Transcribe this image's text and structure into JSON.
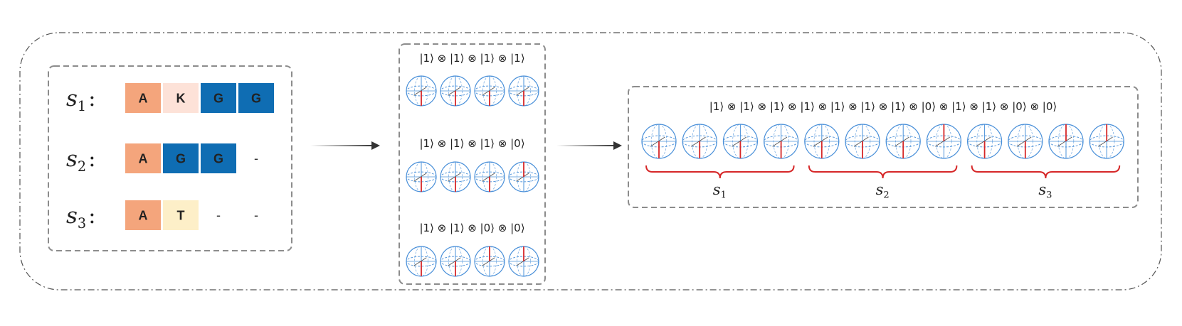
{
  "sequences": [
    {
      "name": "s",
      "index": "1",
      "colon": ":",
      "residues": [
        "A",
        "K",
        "G",
        "G"
      ]
    },
    {
      "name": "s",
      "index": "2",
      "colon": ":",
      "residues": [
        "A",
        "G",
        "G",
        "-"
      ]
    },
    {
      "name": "s",
      "index": "3",
      "colon": ":",
      "residues": [
        "A",
        "T",
        "-",
        "-"
      ]
    }
  ],
  "residue_colors": {
    "A": "#f4a57c",
    "K": "#fde2d8",
    "G": "#0f6db3",
    "T": "#fdefc8"
  },
  "residue_text_colors": {
    "A": "#222222",
    "K": "#222222",
    "G": "#1a1a1a",
    "T": "#222222"
  },
  "per_sequence_states": [
    {
      "ket_text": "|1⟩ ⊗ |1⟩ ⊗ |1⟩ ⊗ |1⟩",
      "states": [
        1,
        1,
        1,
        1
      ]
    },
    {
      "ket_text": "|1⟩ ⊗ |1⟩ ⊗ |1⟩ ⊗ |0⟩",
      "states": [
        1,
        1,
        1,
        0
      ]
    },
    {
      "ket_text": "|1⟩ ⊗ |1⟩ ⊗ |0⟩ ⊗ |0⟩",
      "states": [
        1,
        1,
        0,
        0
      ]
    }
  ],
  "combined": {
    "ket_text": "|1⟩ ⊗ |1⟩ ⊗ |1⟩ ⊗ |1⟩ ⊗ |1⟩ ⊗ |1⟩ ⊗ |1⟩ ⊗ |0⟩ ⊗ |1⟩ ⊗ |1⟩ ⊗ |0⟩ ⊗ |0⟩",
    "states": [
      1,
      1,
      1,
      1,
      1,
      1,
      1,
      0,
      1,
      1,
      0,
      0
    ],
    "groups": [
      {
        "name": "s",
        "index": "1"
      },
      {
        "name": "s",
        "index": "2"
      },
      {
        "name": "s",
        "index": "3"
      }
    ]
  },
  "colors": {
    "sphere": "#4a90d9",
    "state_vector": "#d62728",
    "brace": "#d62728",
    "box_border": "#8c8c8c",
    "outer_border": "#555555",
    "arrow": "#333333"
  }
}
